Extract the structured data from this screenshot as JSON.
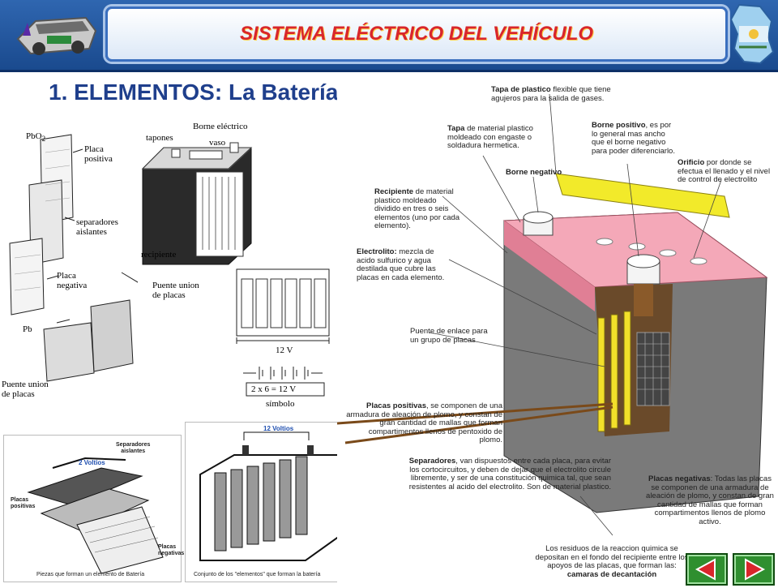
{
  "header": {
    "title": "SISTEMA ELÉCTRICO DEL VEHÍCULO"
  },
  "slide": {
    "heading": "1. ELEMENTOS: La Batería"
  },
  "diagram_exploded": {
    "pbo2": "PbO",
    "pbo2_sub": "2",
    "placa_positiva_1": "Placa",
    "placa_positiva_2": "positiva",
    "separadores_1": "separadores",
    "separadores_2": "aislantes",
    "placa_negativa_1": "Placa",
    "placa_negativa_2": "negativa",
    "pb": "Pb",
    "puente_1": "Puente union",
    "puente_2": "de placas",
    "puente_b_1": "Puente union",
    "puente_b_2": "de placas"
  },
  "diagram_cutaway_small": {
    "tapones": "tapones",
    "borne": "Borne eléctrico",
    "vaso": "vaso",
    "recipiente": "recipiente"
  },
  "diagram_symbol": {
    "voltage": "12 V",
    "formula": "2 x 6 = 12 V",
    "simbolo": "símbolo"
  },
  "diagram_element": {
    "separadores_1": "Separadores",
    "separadores_2": "aislantes",
    "voltios": "2 Voltios",
    "placas_pos_1": "Placas",
    "placas_pos_2": "positivas",
    "placas_neg_1": "Placas",
    "placas_neg_2": "negativas",
    "caption": "Piezas que forman un elemento de Batería"
  },
  "diagram_assembly": {
    "voltios": "12 Voltios",
    "caption": "Conjunto de los \"elementos\" que forman la batería"
  },
  "diagram_main": {
    "tapa_plastico_b": "Tapa de plastico",
    "tapa_plastico": " flexible que tiene agujeros para la salida de gases.",
    "tapa_b": "Tapa",
    "tapa": " de material plastico moldeado con engaste o soldadura hermetica.",
    "borne_pos_b": "Borne positivo",
    "borne_pos": ", es por lo general mas ancho que el borne negativo para poder diferenciarlo.",
    "borne_neg_b": "Borne negativo",
    "orificio_b": "Orificio",
    "orificio": " por donde se efectua el llenado y el nivel de control de electrolito",
    "recipiente_b": "Recipiente",
    "recipiente": " de material plastico moldeado dividido en tres o seis elementos (uno por cada elemento).",
    "electrolito_b": "Electrolito:",
    "electrolito": " mezcla de acido sulfurico y agua destilada que cubre las placas en cada elemento.",
    "puente": "Puente de enlace para un grupo de placas",
    "placas_pos_b": "Placas positivas",
    "placas_pos": ", se componen de una armadura de aleación de plomo, y constan de gran cantidad de mallas que forman compartimentos llenos de pentoxido de plomo.",
    "separadores_b": "Separadores",
    "separadores": ", van dispuestos entre cada placa, para evitar los cortocircuitos, y deben de dejar que el electrolito circule libremente, y ser de una constitución quimica tal, que sean resistentes al acido del electrolito. Son de material plastico.",
    "placas_neg_b": "Placas negativas",
    "placas_neg": ": Todas las placas se componen de una armadura de aleación de plomo, y constan de gran cantidad de mallas que forman compartimentos llenos de plomo activo.",
    "residuos": "Los residuos de la reaccion quimica se depositan en el fondo del recipiente entre los apoyos de las placas, que forman las: ",
    "residuos_b": "camaras de decantación"
  },
  "colors": {
    "title_red": "#d8262b",
    "heading_blue": "#1f3f8c",
    "nav_green": "#2f8f2f",
    "nav_red": "#d8262b"
  }
}
